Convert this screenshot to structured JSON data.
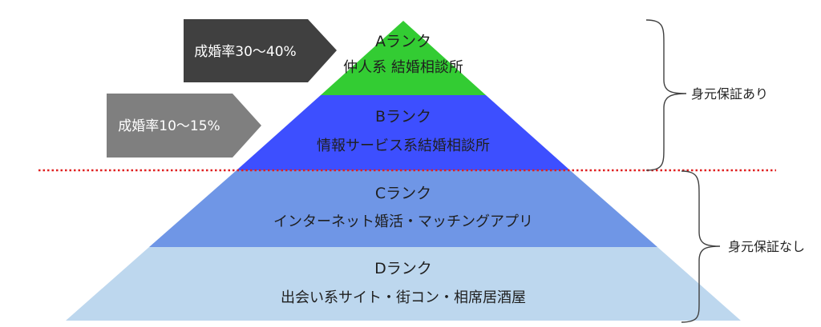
{
  "tiers": [
    {
      "title": "Aランク",
      "subtitle": "仲人系 結婚相談所",
      "color": "#33cc33"
    },
    {
      "title": "Bランク",
      "subtitle": "情報サービス系結婚相談所",
      "color": "#3d4fff"
    },
    {
      "title": "Cランク",
      "subtitle": "インターネット婚活・マッチングアプリ",
      "color": "#6f96e6"
    },
    {
      "title": "Dランク",
      "subtitle": "出会い系サイト・街コン・相席居酒屋",
      "color": "#bdd7ee"
    }
  ],
  "arrows": [
    {
      "label": "成婚率30〜40%",
      "color": "#404040"
    },
    {
      "label": "成婚率10〜15%",
      "color": "#7f7f7f"
    }
  ],
  "braces": [
    {
      "label": "身元保証あり"
    },
    {
      "label": "身元保証なし"
    }
  ],
  "divider": {
    "color": "#e02020",
    "style": "dotted"
  }
}
